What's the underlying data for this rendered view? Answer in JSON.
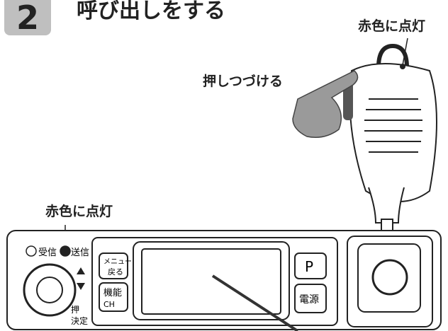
{
  "step": {
    "number": "2",
    "title": "呼び出しをする"
  },
  "callouts": {
    "mic_led": "赤色に点灯",
    "press_hold": "押しつづける",
    "panel_led": "赤色に点灯"
  },
  "panel": {
    "rx_label": "受信",
    "tx_label": "送信",
    "menu_key": {
      "icon": "メニュー",
      "label": "戻る"
    },
    "func_key": {
      "label": "機能",
      "sub": "CH"
    },
    "push_label": "押",
    "decide_label": "決定",
    "p_key": "P",
    "power_key": "電源"
  },
  "colors": {
    "badge": "#bfbfbf",
    "hand": "#9a9a9a"
  }
}
